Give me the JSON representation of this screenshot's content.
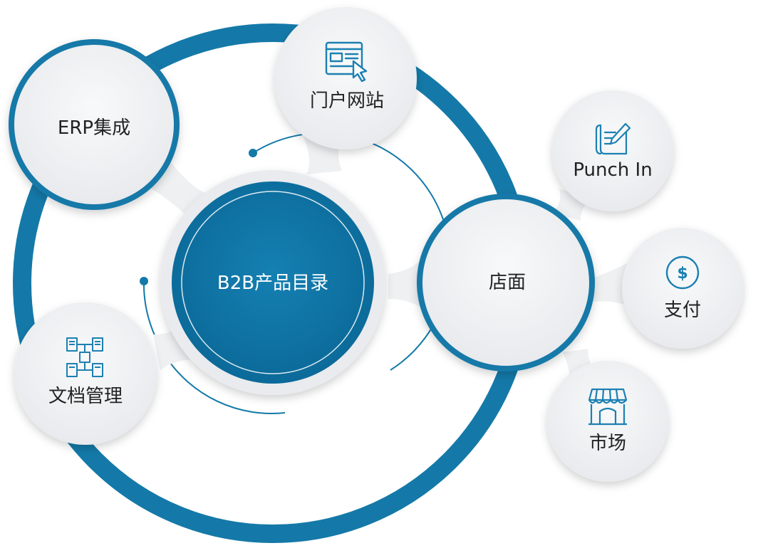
{
  "colors": {
    "ring": "#1479a8",
    "center_fill": "#0f77a8",
    "node_fill": "#f0f1f3",
    "icon": "#1c80b2",
    "text_dark": "#222222",
    "text_light": "#ffffff"
  },
  "center": {
    "label": "B2B产品目录"
  },
  "nodes": {
    "erp": {
      "label": "ERP集成"
    },
    "portal": {
      "label": "门户网站",
      "icon": "browser-cursor-icon"
    },
    "docs": {
      "label": "文档管理",
      "icon": "document-network-icon"
    },
    "store": {
      "label": "店面"
    },
    "punchin": {
      "label": "Punch In",
      "icon": "contract-pen-icon"
    },
    "payment": {
      "label": "支付",
      "icon": "dollar-coin-icon"
    },
    "market": {
      "label": "市场",
      "icon": "storefront-icon"
    }
  }
}
